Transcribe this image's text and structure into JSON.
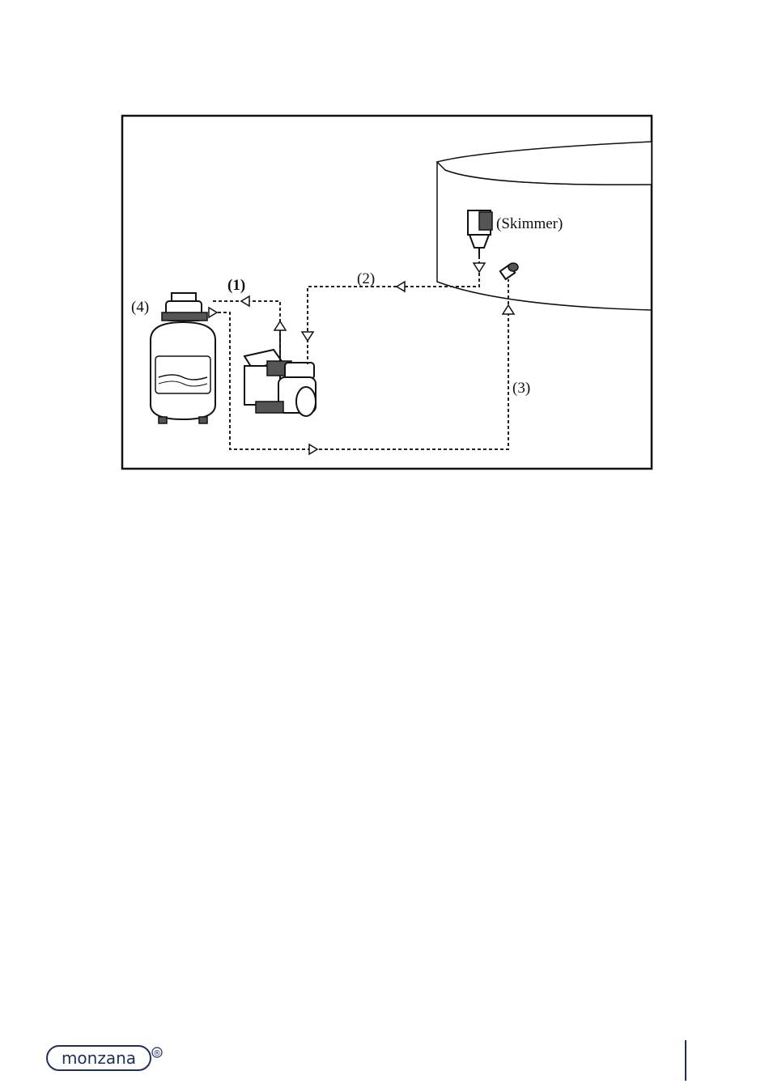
{
  "diagram": {
    "labels": {
      "skimmer": "(Skimmer)",
      "step1": "(1)",
      "step2": "(2)",
      "step3": "(3)",
      "step4": "(4)"
    }
  },
  "footer": {
    "brand": "monzana",
    "registered_mark": "®",
    "brand_color": "#1f2f5a"
  }
}
